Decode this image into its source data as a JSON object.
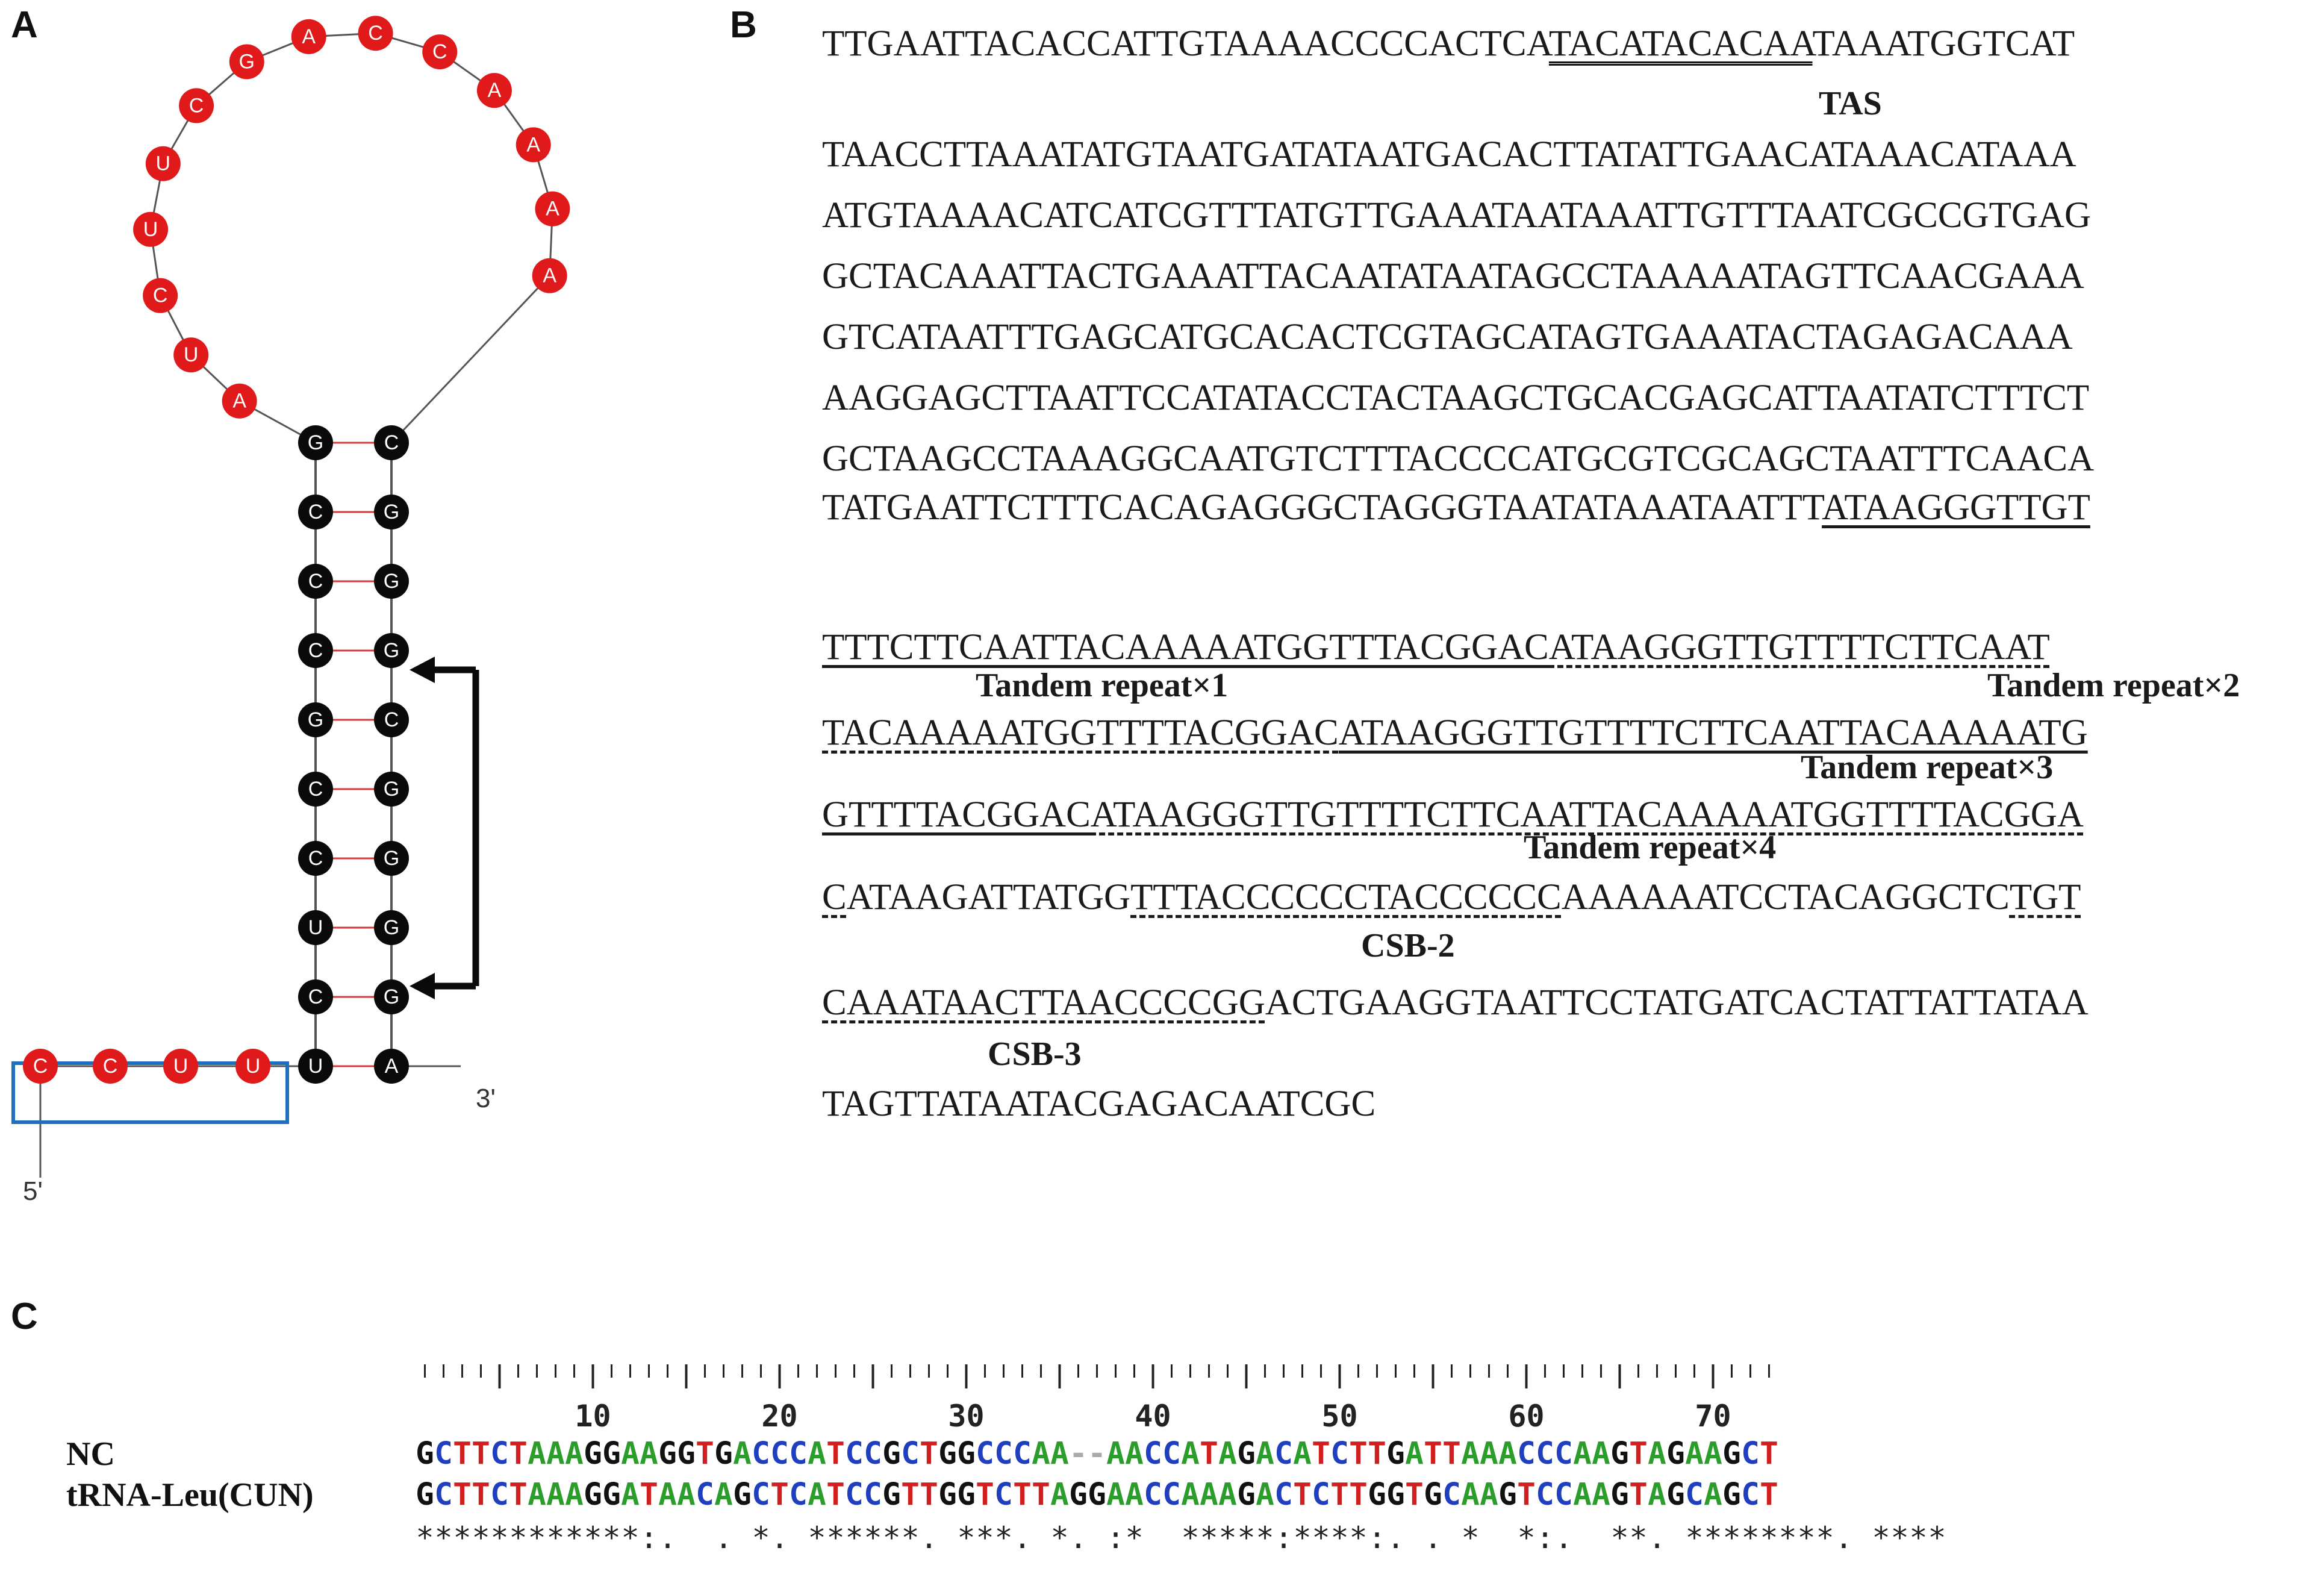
{
  "panel_labels": {
    "a": "A",
    "b": "B",
    "c": "C"
  },
  "colors": {
    "loop_node": "#e01a1a",
    "stem_node": "#0a0a0a",
    "node_letter": "#ffffff",
    "pair_line": "#d33a3a",
    "box": "#1f6fbf",
    "base_A": "#2a9d2a",
    "base_C": "#1f3fbf",
    "base_G": "#111111",
    "base_T": "#d11f1f",
    "base_gap": "#aaaaaa"
  },
  "stem_loop": {
    "loop": [
      "A",
      "U",
      "C",
      "U",
      "U",
      "C",
      "G",
      "A",
      "C",
      "C",
      "A",
      "A",
      "A",
      "A"
    ],
    "stem_left": [
      "G",
      "C",
      "C",
      "C",
      "G",
      "C",
      "C",
      "U",
      "C",
      "U"
    ],
    "stem_right": [
      "C",
      "G",
      "G",
      "G",
      "C",
      "G",
      "G",
      "G",
      "G",
      "A"
    ],
    "tail": [
      "C",
      "C",
      "U",
      "U"
    ],
    "end5": "5'",
    "end3": "3'"
  },
  "sequence_panel": {
    "line1": {
      "pre": "TTGAATTACACCATTGTAAAACCCCACTCA",
      "tas": "TACATACACAA",
      "post": "TAAATGGTCAT"
    },
    "label_tas": "TAS",
    "plain_lines": [
      "TAACCTTAAATATGTAATGATATAATGACACTTATATTGAACATAAACATAAA",
      "ATGTAAAACATCATCGTTTATGTTGAAATAATAAATTGTTTAATCGCCGTGAG",
      "GCTACAAATTACTGAAATTACAATATAATAGCCTAAAAATAGTTCAACGAAA",
      "GTCATAATTTGAGCATGCACACTCGTAGCATAGTGAAATACTAGAGACAAA",
      "AAGGAGCTTAATTCCATATACCTACTAAGCTGCACGAGCATTAATATCTTTCT",
      "GCTAAGCCTAAAGGCAATGTCTTTACCCCATGCGTCGCAGCTAATTTCAACA"
    ],
    "line8": {
      "pre": "TATGAATTCTTTCACAGAGGGCTAGGGTAATATAAATAATTT",
      "rep1a": "ATAAGGGTTGT"
    },
    "line9": {
      "rep1b": "TTTCTTCAATTACAAAAATGGTTTACGGAC",
      "rep2a": "ATAAGGGTTGTTTTCTTCAAT"
    },
    "label_rep1": "Tandem repeat×1",
    "label_rep2": "Tandem repeat×2",
    "line10": {
      "rep2b": "TACAAAAATGGTTTTACGGAC",
      "rep3a": "ATAAGGGTTGTTTTCTTCAATTACAAAAATG"
    },
    "label_rep3": "Tandem repeat×3",
    "line11": {
      "rep3b": "GTTTTACGGAC",
      "rep4": "ATAAGGGTTGTTTTCTTCAATTACAAAAATGGTTTTACGGA"
    },
    "label_rep4": "Tandem repeat×4",
    "line12": {
      "rep4b": "C",
      "mid": "ATAAGATTATGG",
      "csb2": "TTTACCCCCCTACCCCCC",
      "mid2": "AAAAAATCCTACAGGCTC",
      "csb3a": "TGT"
    },
    "label_csb2": "CSB-2",
    "line13": {
      "csb3b": "CAAATAACTTAACCCCGG",
      "post": "ACTGAAGGTAATTCCTATGATCACTATTATTATAA"
    },
    "label_csb3": "CSB-3",
    "line14": "TAGTTATAATACGAGACAATCGC"
  },
  "alignment": {
    "ruler_labels": [
      "10",
      "20",
      "30",
      "40",
      "50",
      "60",
      "70"
    ],
    "rows": [
      {
        "name": "NC",
        "seq": "GCTTCTAAAGGAAGGTGACCCATCCGCTGGCCCAA--AACCATAGACATCTTGATTAAACCCAAGTAGAAGCT"
      },
      {
        "name": "tRNA-Leu(CUN)",
        "seq": "GCTTCTAAAGGATAACAGCTCATCCGTTGGTCTTAGGAACCAAAGACTCTTGGTGCAAGTCCAAGTAGCAGCT"
      }
    ],
    "consensus": "************:.  . *. ******. ***. *. :*  *****:****:. . *  *:.  **. ********. ****"
  }
}
